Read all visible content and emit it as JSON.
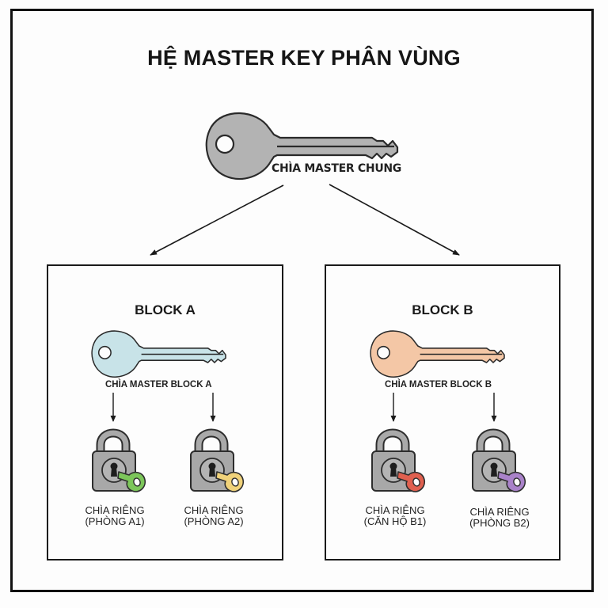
{
  "title": "HỆ MASTER KEY PHÂN VÙNG",
  "main_key": {
    "label": "CHÌA MASTER CHUNG",
    "icon": "key-icon",
    "color": "#b3b3b3"
  },
  "blocks": [
    {
      "title": "BLOCK A",
      "master_key": {
        "label": "CHÌA MASTER BLOCK A",
        "icon": "key-icon",
        "color": "#c8e3e8"
      },
      "locks": [
        {
          "label_line1": "CHÌA RIÊNG",
          "label_line2": "(PHÒNG A1)",
          "icon": "padlock-icon",
          "key_color": "#7cc65a"
        },
        {
          "label_line1": "CHÌA RIÊNG",
          "label_line2": "(PHÒNG A2)",
          "icon": "padlock-icon",
          "key_color": "#f0d27a"
        }
      ]
    },
    {
      "title": "BLOCK B",
      "master_key": {
        "label": "CHÌA MASTER BLOCK B",
        "icon": "key-icon",
        "color": "#f4c7a6"
      },
      "locks": [
        {
          "label_line1": "CHÌA RIÊNG",
          "label_line2": "(CĂN HỘ B1)",
          "icon": "padlock-icon",
          "key_color": "#e0604f"
        },
        {
          "label_line1": "CHÌA RIÊNG",
          "label_line2": "(PHÒNG B2)",
          "icon": "padlock-icon",
          "key_color": "#a982c9"
        }
      ]
    }
  ]
}
